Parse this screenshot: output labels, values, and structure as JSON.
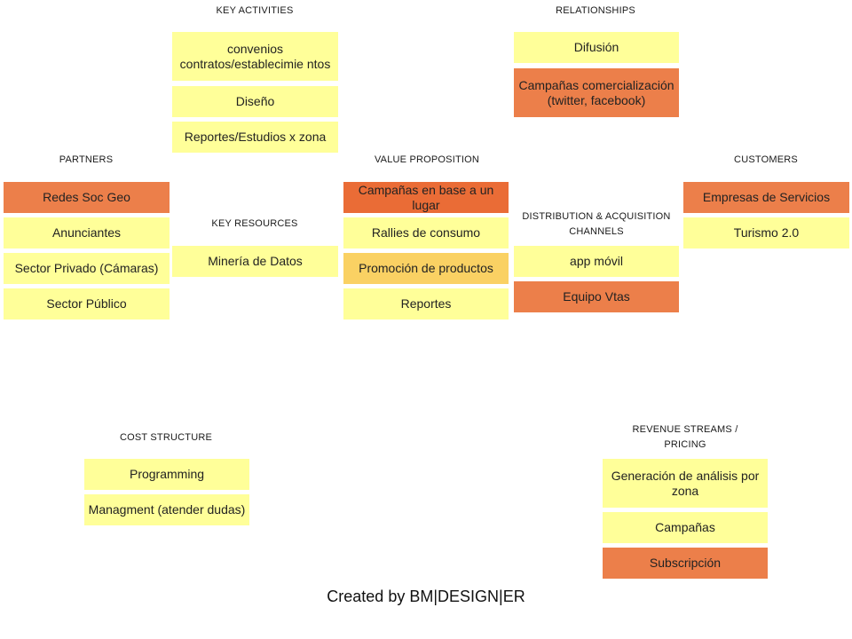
{
  "headers": {
    "key_activities": "KEY ACTIVITIES",
    "relationships": "RELATIONSHIPS",
    "partners": "PARTNERS",
    "value_proposition": "VALUE PROPOSITION",
    "customers": "CUSTOMERS",
    "key_resources": "KEY RESOURCES",
    "distribution": "DISTRIBUTION  &  ACQUISITION  CHANNELS",
    "cost_structure": "COST  STRUCTURE",
    "revenue": "REVENUE STREAMS / PRICING"
  },
  "notes": {
    "ka_1": "convenios contratos/establecimie ntos",
    "ka_2": "Diseño",
    "ka_3": "Reportes/Estudios x zona",
    "rel_1": "Difusión",
    "rel_2": "Campañas comercialización (twitter, facebook)",
    "p_1": "Redes Soc Geo",
    "p_2": "Anunciantes",
    "p_3": "Sector Privado (Cámaras)",
    "p_4": "Sector Público",
    "kr_1": "Minería de Datos",
    "vp_1": "Campañas en base a un lugar",
    "vp_2": "Rallies de consumo",
    "vp_3": "Promoción de productos",
    "vp_4": "Reportes",
    "ch_1": "app móvil",
    "ch_2": "Equipo Vtas",
    "cu_1": "Empresas de Servicios",
    "cu_2": "Turismo 2.0",
    "cs_1": "Programming",
    "cs_2": "Managment (atender dudas)",
    "rs_1": "Generación de análisis por zona",
    "rs_2": "Campañas",
    "rs_3": "Subscripción"
  },
  "colors": {
    "yellow": "#ffff99",
    "orange": "#ec7f4a",
    "dark_orange": "#ea6c36",
    "gold": "#fad163"
  },
  "footer": "Created by BM|DESIGN|ER"
}
